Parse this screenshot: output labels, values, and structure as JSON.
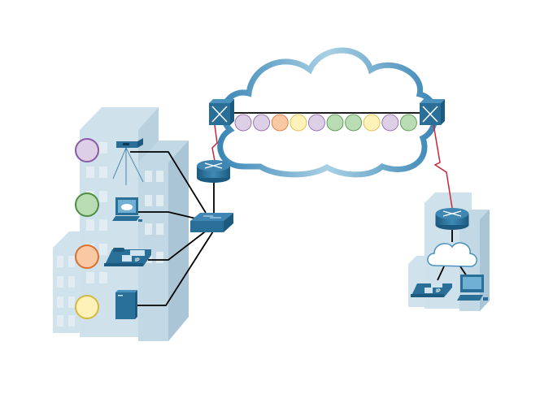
{
  "diagram": {
    "labels": {
      "ip_phone_left": "IP",
      "ip_phone_right": "IP"
    },
    "colors": {
      "device": "#2a6f98",
      "building": "#c6dbe6",
      "cloud_stroke": "#5a9cc4",
      "serial_link": "#c8283c",
      "ethernet_link": "#000000"
    },
    "traffic_classes": [
      {
        "name": "purple",
        "fill": "#ddd0e6",
        "stroke": "#8a5aa8"
      },
      {
        "name": "green",
        "fill": "#b9dcb4",
        "stroke": "#4a9040"
      },
      {
        "name": "orange",
        "fill": "#f9c9a4",
        "stroke": "#d87030"
      },
      {
        "name": "yellow",
        "fill": "#fff2b8",
        "stroke": "#d8b840"
      }
    ],
    "packets_in_tunnel": [
      "purple",
      "purple",
      "orange",
      "yellow",
      "purple",
      "green",
      "green",
      "yellow",
      "purple",
      "green"
    ],
    "endpoints_left": [
      "video-camera",
      "pc",
      "ip-phone",
      "server"
    ]
  }
}
